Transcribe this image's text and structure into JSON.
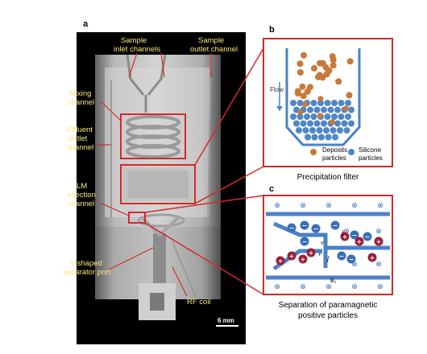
{
  "panel_a": {
    "letter": "a",
    "labels": {
      "sample_inlet": [
        "Sample",
        "inlet channels"
      ],
      "sample_outlet": [
        "Sample",
        "outlet channel"
      ],
      "mixing": [
        "Mixing",
        "channel"
      ],
      "effluent": [
        "Effluent",
        "outlet",
        "channel"
      ],
      "lm_injection": [
        "LM",
        "injection",
        "channel"
      ],
      "separator": [
        "Y-shaped",
        "separator port"
      ],
      "rf_coil": "RF coil"
    },
    "scale_bar": "6 mm"
  },
  "panel_b": {
    "letter": "b",
    "flow_label": "Flow",
    "legend": {
      "deposits": [
        "Deposits",
        "particles"
      ],
      "silicone": [
        "Silicone",
        "particles"
      ]
    },
    "caption": "Precipitation filter",
    "colors": {
      "deposits": "#c8783a",
      "silicone": "#4f86c8",
      "frame": "#d42a2a",
      "wall": "#4a82c8"
    }
  },
  "panel_c": {
    "letter": "c",
    "symbols": {
      "into_page": "⊗",
      "plus": "+",
      "minus": "−"
    },
    "labels": {
      "v": "v",
      "f": "f",
      "b0": "B₀"
    },
    "caption": [
      "Separation of paramagnetic",
      "positive particles"
    ],
    "colors": {
      "positive": "#9c1f3a",
      "negative": "#3b6fb4"
    }
  }
}
